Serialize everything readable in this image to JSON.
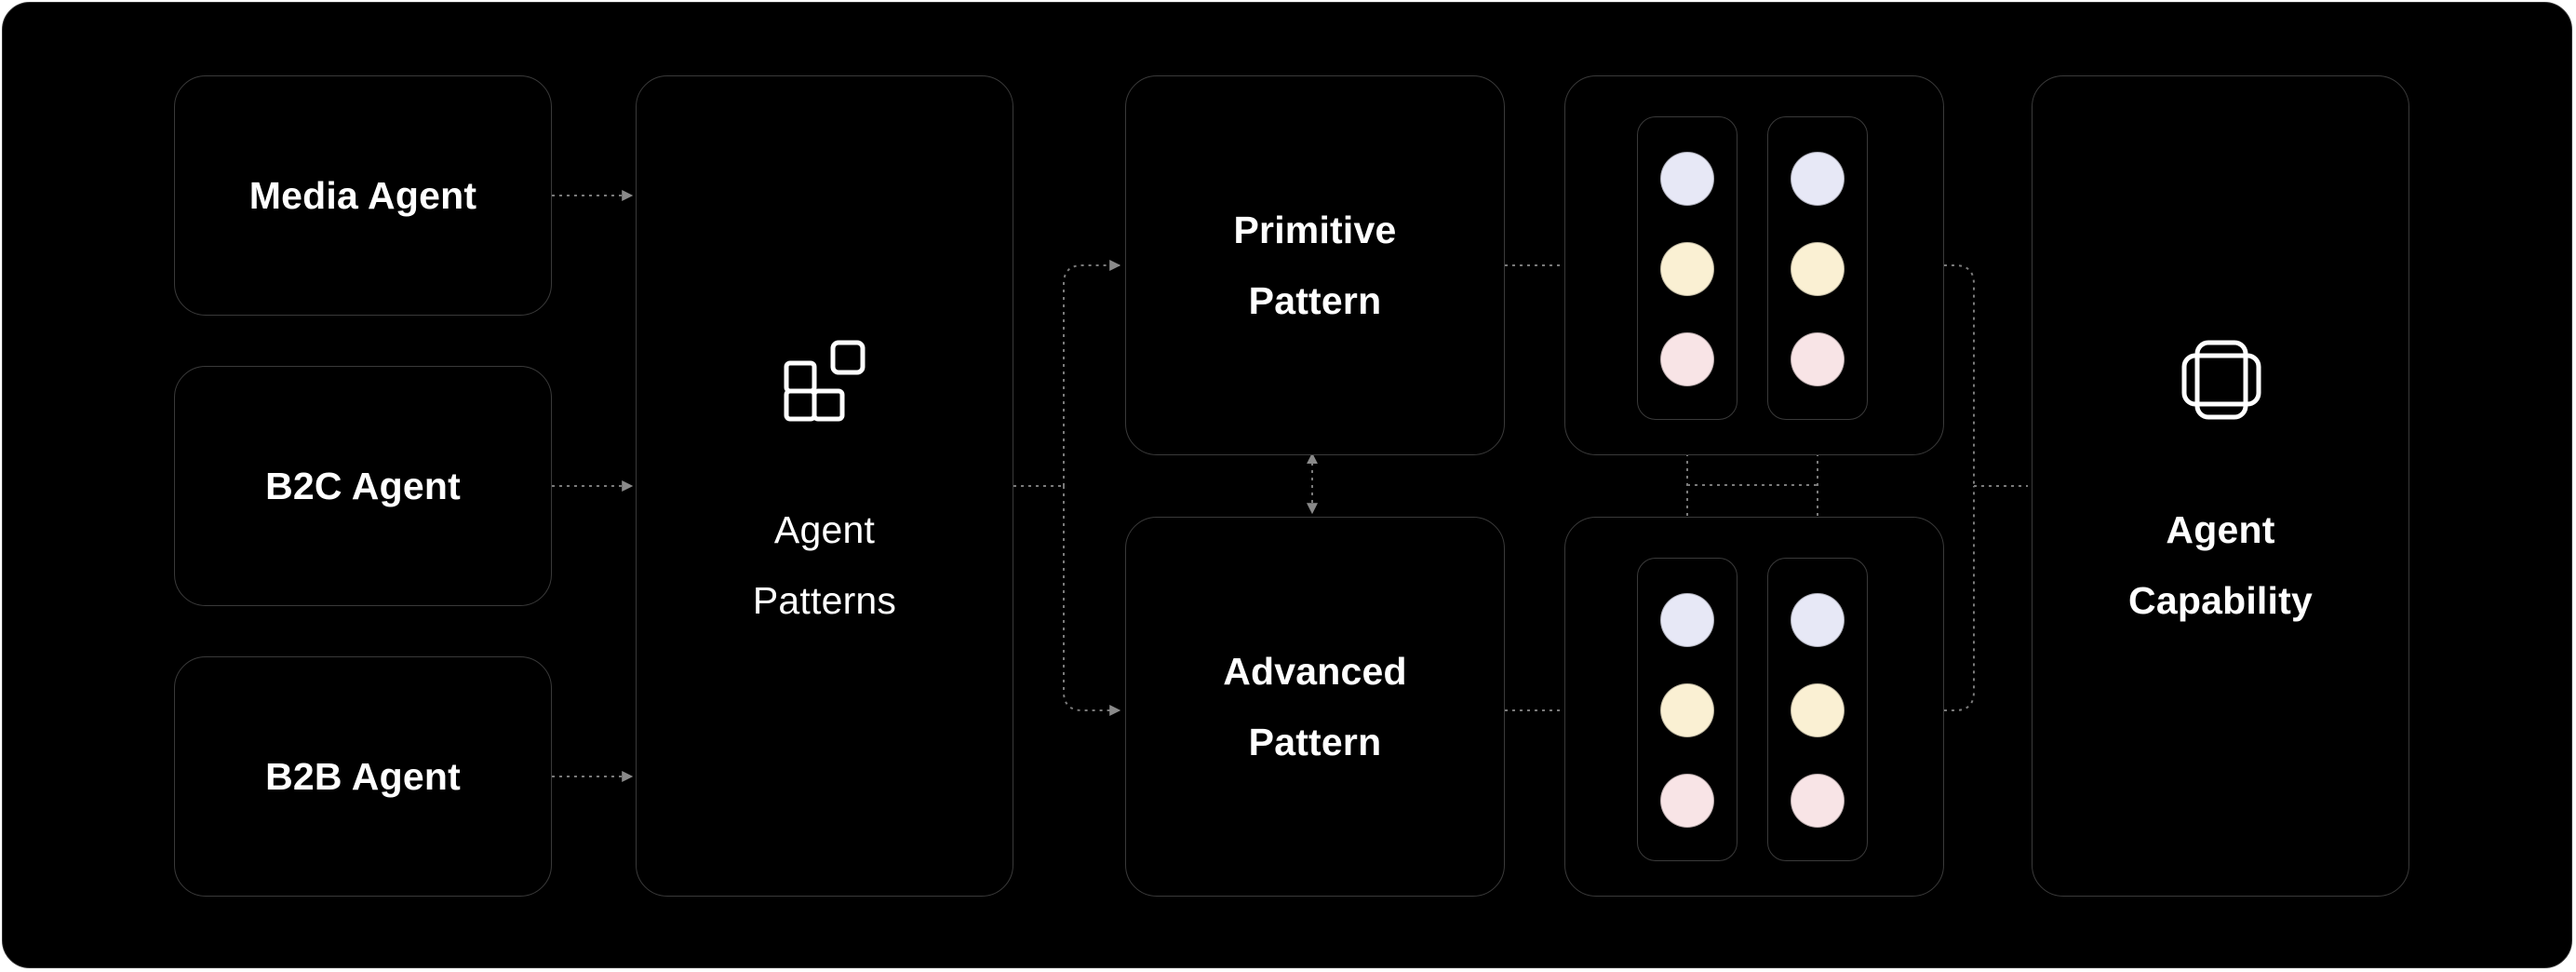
{
  "sources": [
    {
      "label": "Media Agent"
    },
    {
      "label": "B2C Agent"
    },
    {
      "label": "B2B Agent"
    }
  ],
  "patterns": {
    "line1": "Agent",
    "line2": "Patterns",
    "icon": "blocks-icon"
  },
  "primitive": {
    "line1": "Primitive",
    "line2": "Pattern"
  },
  "advanced": {
    "line1": "Advanced",
    "line2": "Pattern"
  },
  "capability": {
    "line1": "Agent",
    "line2": "Capability",
    "icon": "stacked-layers-icon"
  },
  "colors": {
    "background": "#000000",
    "border": "#3a3a3a",
    "connector": "#7a7a7a",
    "dot_lavender": "#e7e8f6",
    "dot_cream": "#faf0d3",
    "dot_pink": "#f8e4e6"
  }
}
